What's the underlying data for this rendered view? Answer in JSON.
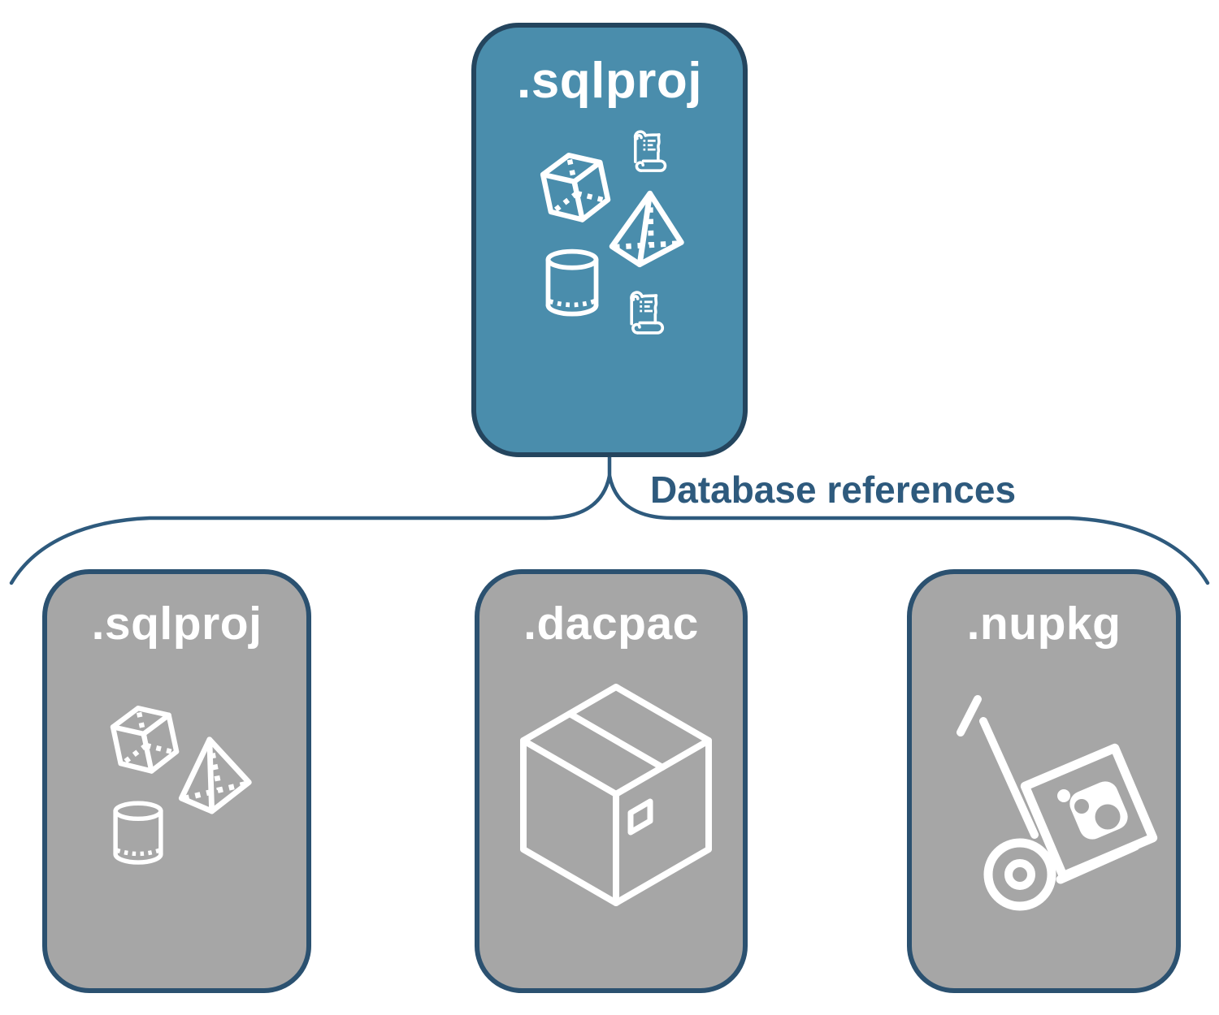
{
  "colors": {
    "background": "#FFFFFF",
    "parent-fill": "#4A8DAC",
    "parent-border": "#24455E",
    "child-fill": "#A6A6A6",
    "child-border": "#2B5170",
    "connector": "#2E5A7D",
    "icon": "#FFFFFF"
  },
  "parent_box": {
    "label": ".sqlproj",
    "icons": [
      "cube-icon",
      "scroll-icon",
      "pyramid-icon",
      "cylinder-icon",
      "scroll-icon"
    ]
  },
  "connector": {
    "label": "Database references"
  },
  "child_boxes": [
    {
      "label": ".sqlproj",
      "icons": [
        "cube-icon",
        "pyramid-icon",
        "cylinder-icon"
      ]
    },
    {
      "label": ".dacpac",
      "icons": [
        "package-box-icon"
      ]
    },
    {
      "label": ".nupkg",
      "icons": [
        "nuget-hand-truck-icon"
      ]
    }
  ]
}
